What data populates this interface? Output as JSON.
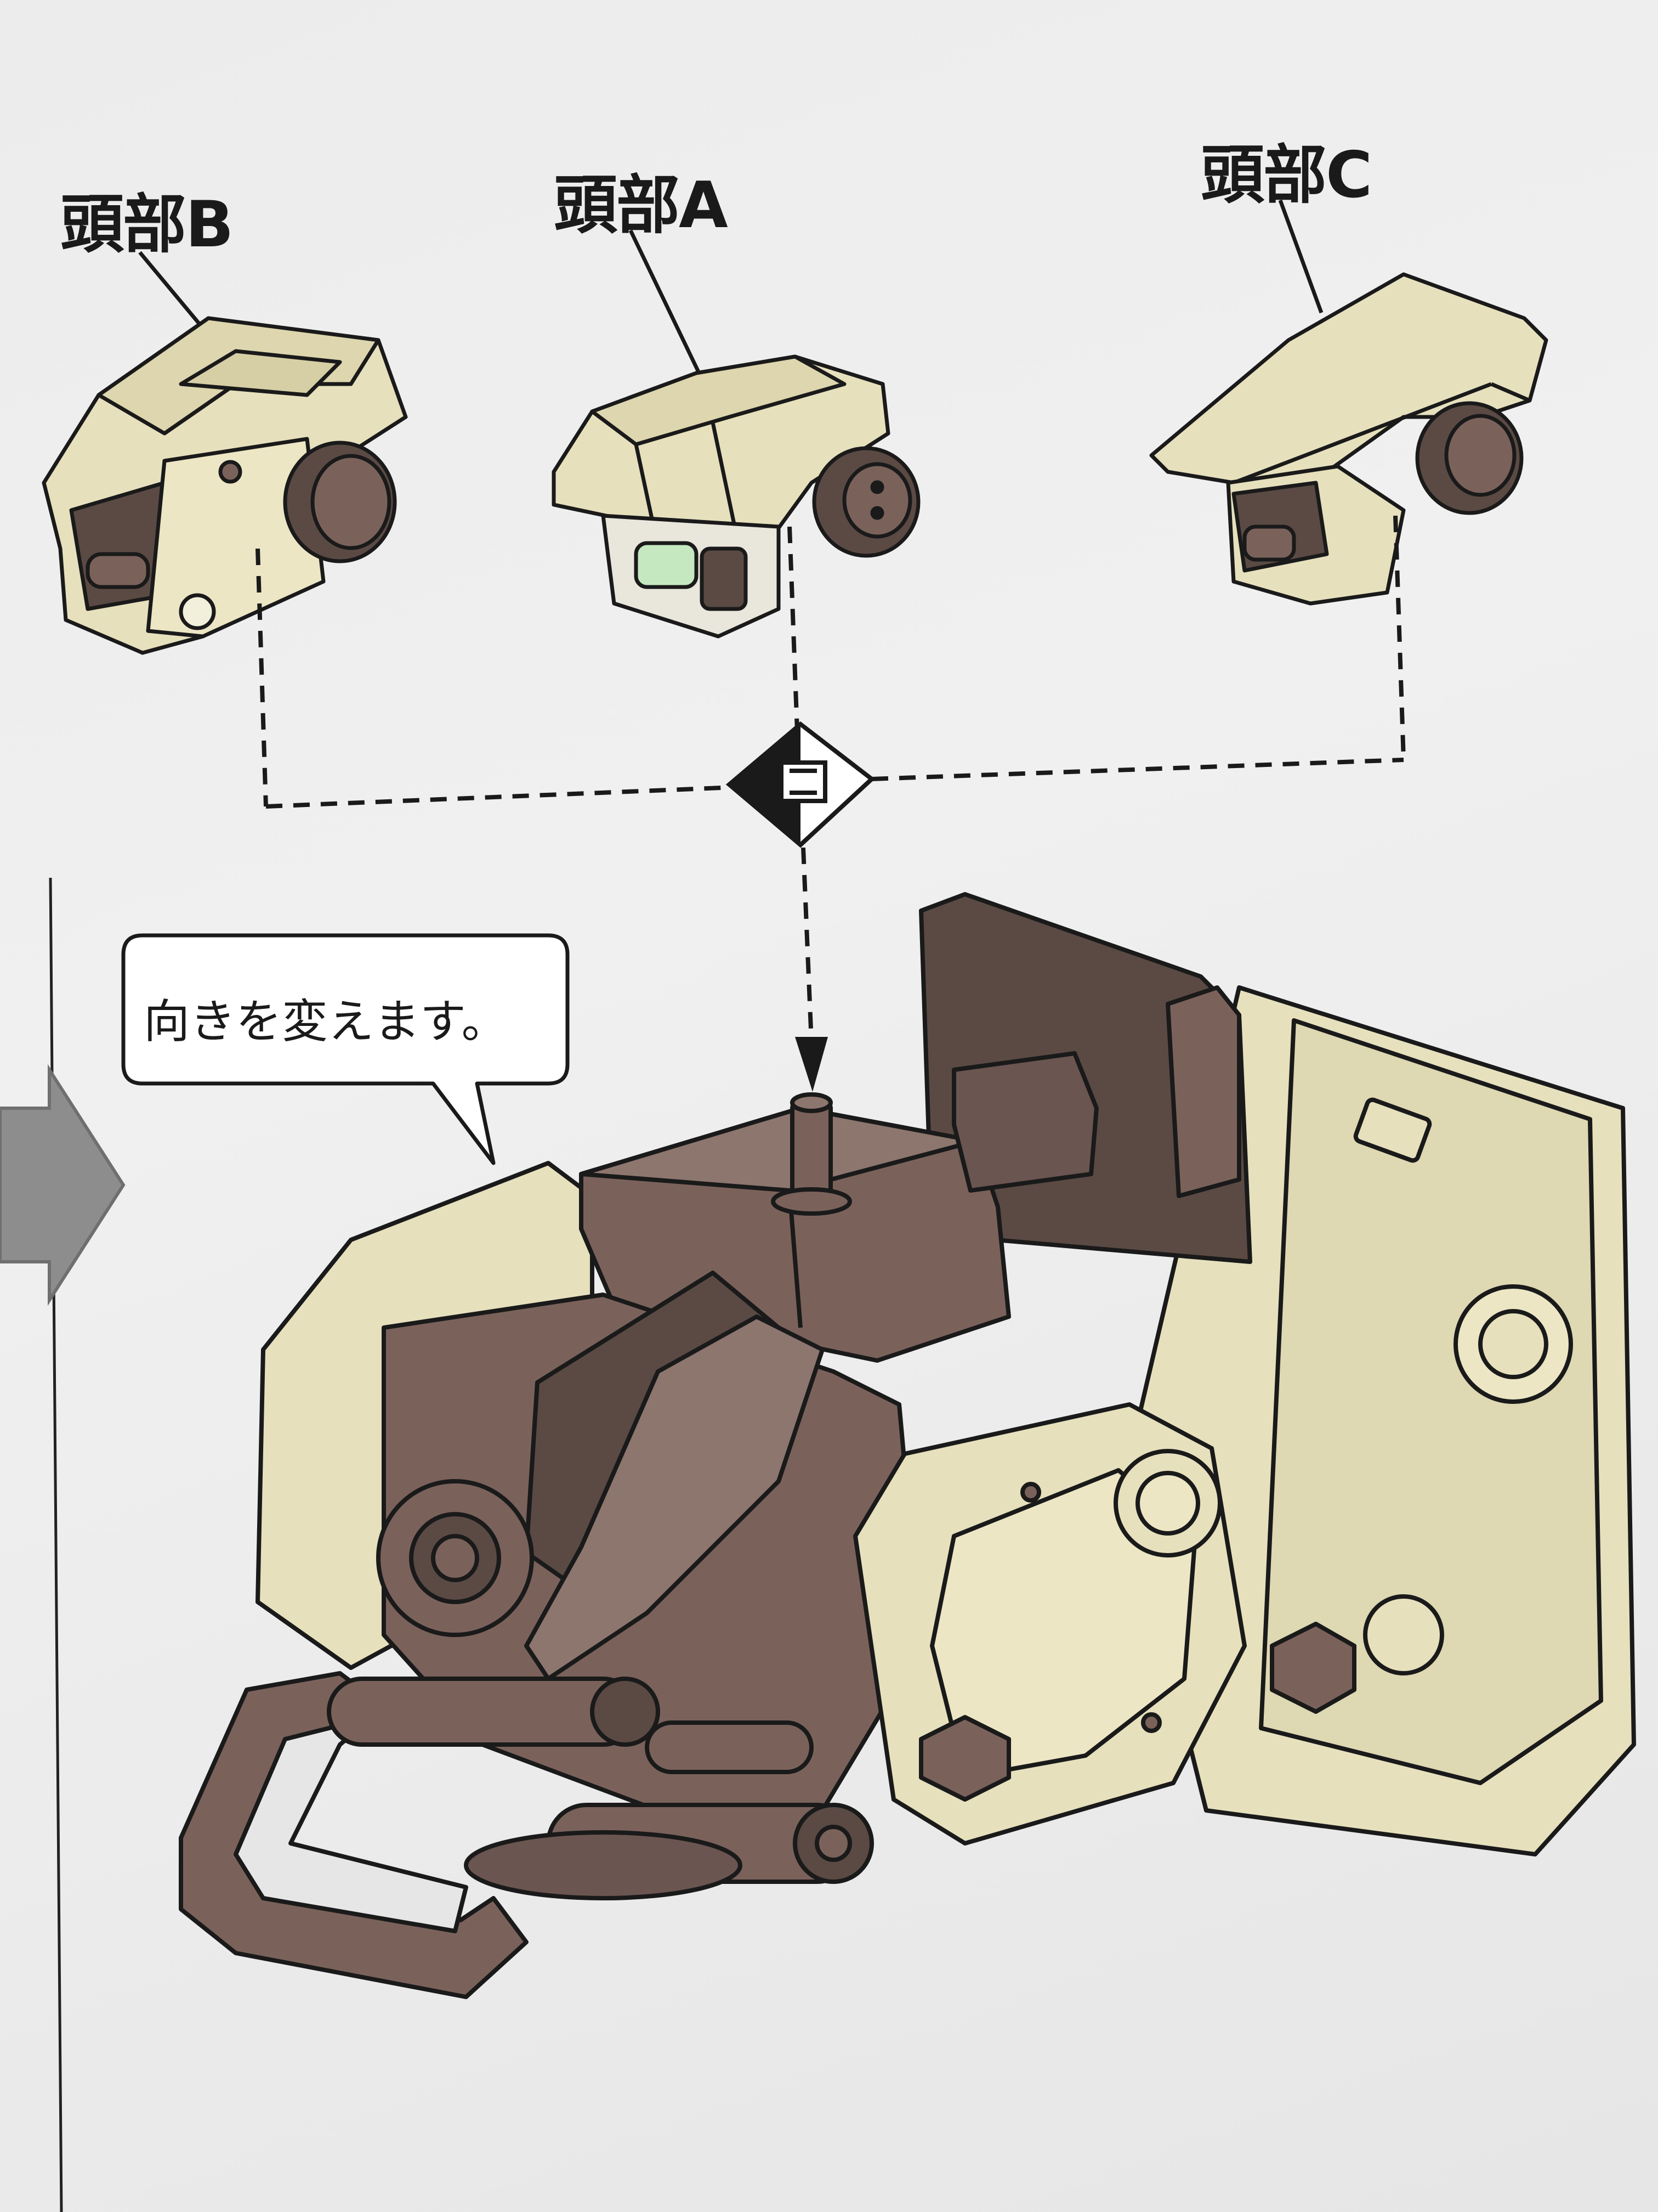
{
  "labels": {
    "head_b": "頭部B",
    "head_a": "頭部A",
    "head_c": "頭部C"
  },
  "callout": {
    "text": "向きを変えます。"
  },
  "colors": {
    "background": "#ececec",
    "part_cream": "#e6e0bd",
    "part_brown": "#7a625b",
    "outline": "#1a1a1a",
    "arrow_grey": "#8d8d8d"
  },
  "icons": {
    "swap_marker": "exchange-diamond-icon",
    "side_arrow": "right-arrow-icon"
  }
}
